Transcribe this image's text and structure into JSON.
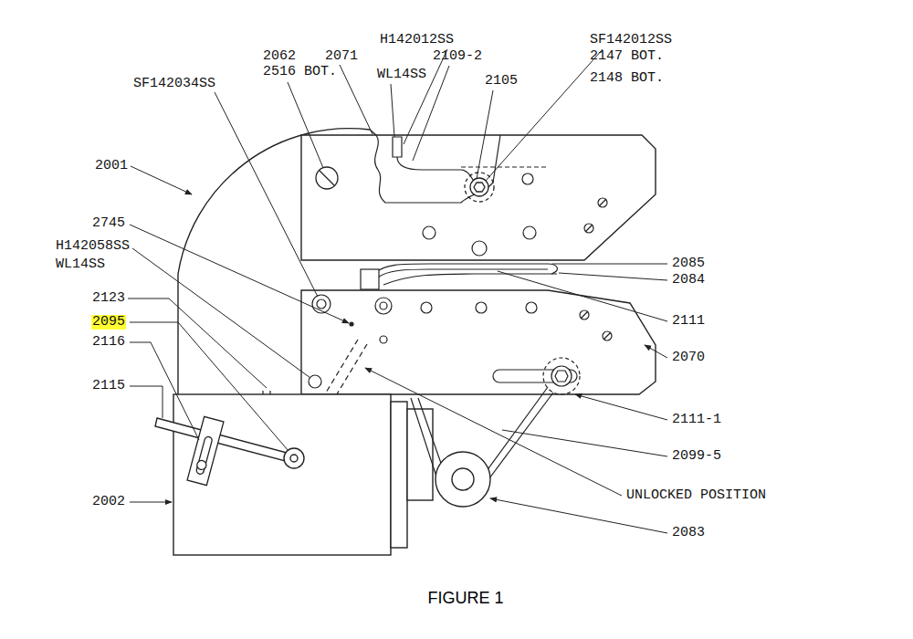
{
  "diagram": {
    "caption": "FIGURE 1",
    "labels": [
      "H142012SS",
      "SF142012SS",
      "2062",
      "2071",
      "2109-2",
      "2147 BOT.",
      "2516 BOT.",
      "WL14SS",
      "2105",
      "2148 BOT.",
      "SF142034SS",
      "2001",
      "2745",
      "H142058SS",
      "WL14SS",
      "2085",
      "2084",
      "2123",
      "2095",
      "2111",
      "2116",
      "2070",
      "2115",
      "2111-1",
      "2099-5",
      "UNLOCKED POSITION",
      "2002",
      "2083"
    ]
  }
}
